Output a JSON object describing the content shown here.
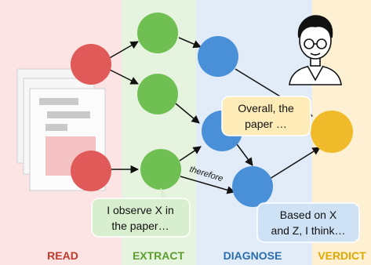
{
  "stages": [
    {
      "key": "read",
      "label": "READ",
      "color": "#c0392b",
      "bg": "#fde4e4"
    },
    {
      "key": "extract",
      "label": "EXTRACT",
      "color": "#5b9e2d",
      "bg": "#e6f4df"
    },
    {
      "key": "diagnose",
      "label": "DIAGNOSE",
      "color": "#2a6db0",
      "bg": "#e1ecf8"
    },
    {
      "key": "verdict",
      "label": "VERDICT",
      "color": "#e0a800",
      "bg": "#fdf0d3"
    }
  ],
  "bubbles": {
    "extract_note": [
      "I observe X in",
      "the paper…"
    ],
    "diagnose_note": [
      "Based on X",
      "and Z, I think…"
    ],
    "verdict_note": [
      "Overall, the",
      "paper …"
    ]
  },
  "edge_label": "therefore",
  "colors": {
    "read_node": "#e05a5a",
    "extract_node": "#6fbf53",
    "diagnose_node": "#4a90d9",
    "verdict_node": "#f0bb2b",
    "extract_bubble": "#d8efcf",
    "diagnose_bubble": "#cfe2f5",
    "verdict_bubble": "#fdebb8"
  },
  "icons": [
    "document-stack-icon",
    "reviewer-avatar-icon"
  ]
}
